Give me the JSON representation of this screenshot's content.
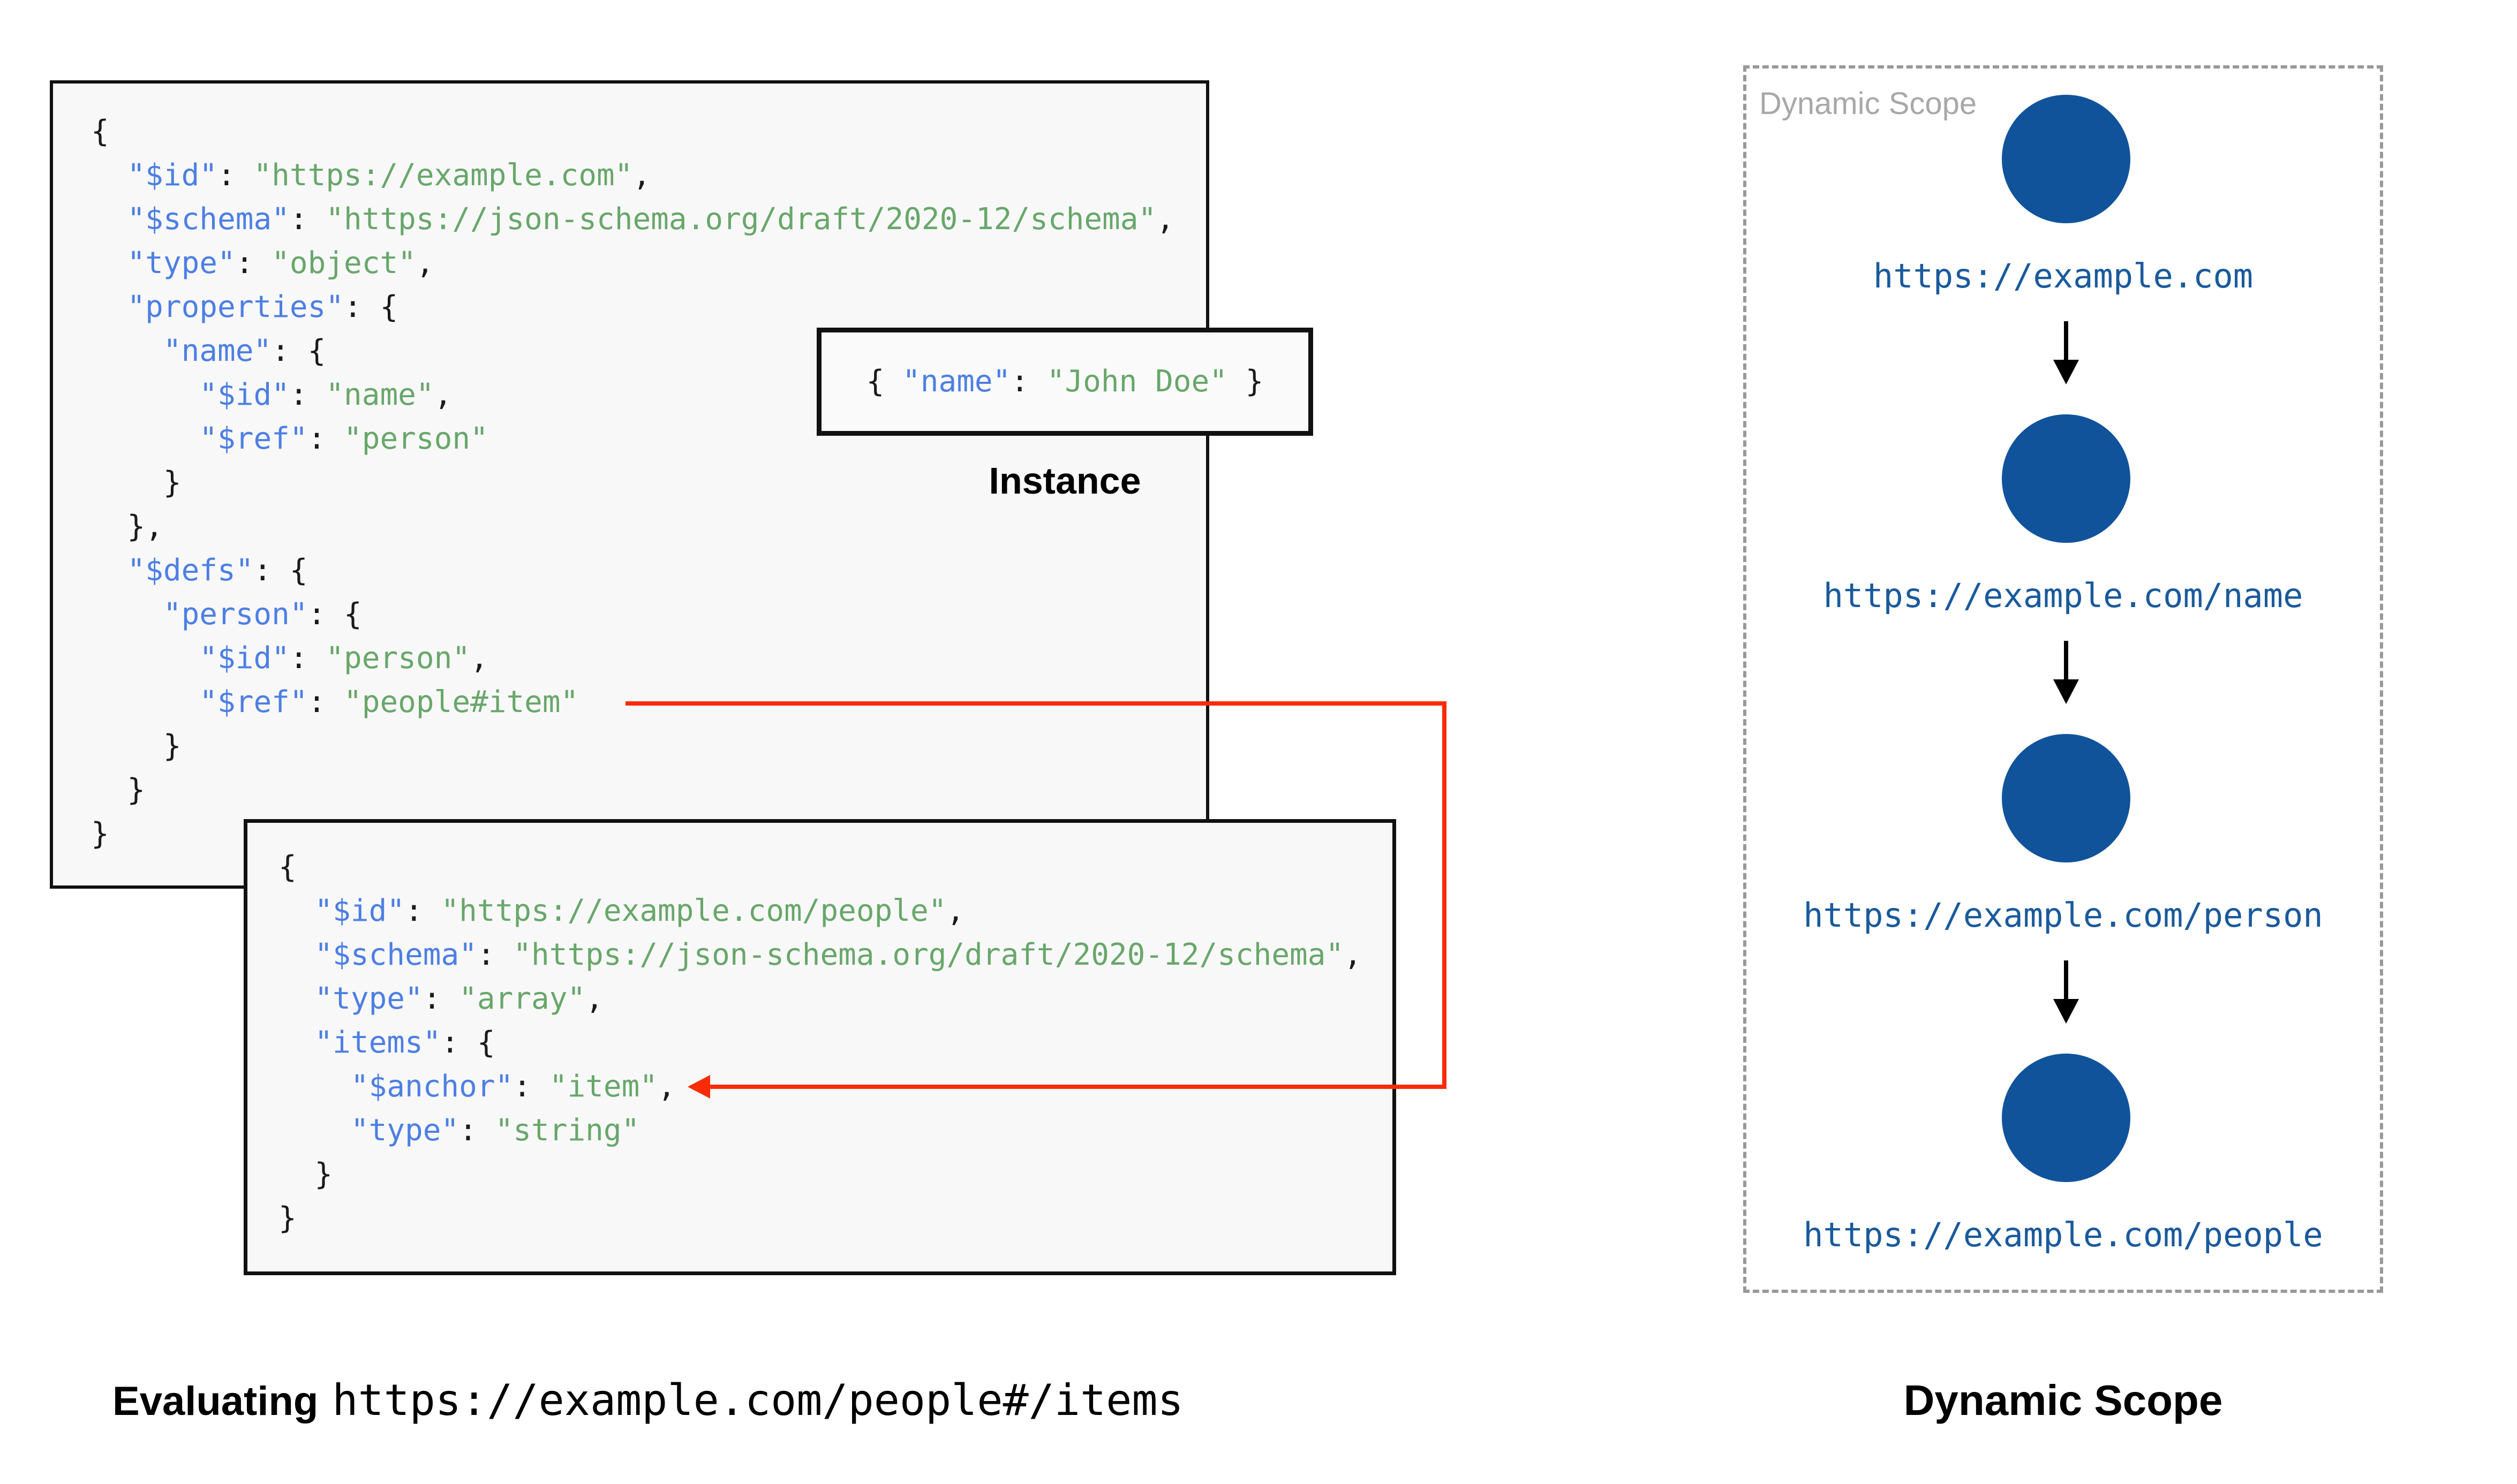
{
  "colors": {
    "key_blue": "#4d7fe3",
    "string_green": "#68a76a",
    "punctuation": "#1a1a1a",
    "url_blue": "#1a5a9c",
    "circle_blue": "#11539b",
    "arrow_red": "#fa2b05",
    "box_background": "#f8f8f9",
    "dashed_gray": "#999999"
  },
  "schema1": {
    "lines": [
      [
        [
          "p",
          "{"
        ]
      ],
      [
        [
          "p",
          "  "
        ],
        [
          "k",
          "\"$id\""
        ],
        [
          "p",
          ": "
        ],
        [
          "s",
          "\"https://example.com\""
        ],
        [
          "p",
          ","
        ]
      ],
      [
        [
          "p",
          "  "
        ],
        [
          "k",
          "\"$schema\""
        ],
        [
          "p",
          ": "
        ],
        [
          "s",
          "\"https://json-schema.org/draft/2020-12/schema\""
        ],
        [
          "p",
          ","
        ]
      ],
      [
        [
          "p",
          "  "
        ],
        [
          "k",
          "\"type\""
        ],
        [
          "p",
          ": "
        ],
        [
          "s",
          "\"object\""
        ],
        [
          "p",
          ","
        ]
      ],
      [
        [
          "p",
          "  "
        ],
        [
          "k",
          "\"properties\""
        ],
        [
          "p",
          ": {"
        ]
      ],
      [
        [
          "p",
          "    "
        ],
        [
          "k",
          "\"name\""
        ],
        [
          "p",
          ": {"
        ]
      ],
      [
        [
          "p",
          "      "
        ],
        [
          "k",
          "\"$id\""
        ],
        [
          "p",
          ": "
        ],
        [
          "s",
          "\"name\""
        ],
        [
          "p",
          ","
        ]
      ],
      [
        [
          "p",
          "      "
        ],
        [
          "k",
          "\"$ref\""
        ],
        [
          "p",
          ": "
        ],
        [
          "s",
          "\"person\""
        ]
      ],
      [
        [
          "p",
          "    }"
        ]
      ],
      [
        [
          "p",
          "  },"
        ]
      ],
      [
        [
          "p",
          "  "
        ],
        [
          "k",
          "\"$defs\""
        ],
        [
          "p",
          ": {"
        ]
      ],
      [
        [
          "p",
          "    "
        ],
        [
          "k",
          "\"person\""
        ],
        [
          "p",
          ": {"
        ]
      ],
      [
        [
          "p",
          "      "
        ],
        [
          "k",
          "\"$id\""
        ],
        [
          "p",
          ": "
        ],
        [
          "s",
          "\"person\""
        ],
        [
          "p",
          ","
        ]
      ],
      [
        [
          "p",
          "      "
        ],
        [
          "k",
          "\"$ref\""
        ],
        [
          "p",
          ": "
        ],
        [
          "s",
          "\"people#item\""
        ]
      ],
      [
        [
          "p",
          "    }"
        ]
      ],
      [
        [
          "p",
          "  }"
        ]
      ],
      [
        [
          "p",
          "}"
        ]
      ]
    ]
  },
  "instance": {
    "code": [
      [
        "p",
        "{ "
      ],
      [
        "k",
        "\"name\""
      ],
      [
        "p",
        ": "
      ],
      [
        "s",
        "\"John Doe\""
      ],
      [
        "p",
        " }"
      ]
    ],
    "label": "Instance"
  },
  "schema2": {
    "lines": [
      [
        [
          "p",
          "{"
        ]
      ],
      [
        [
          "p",
          "  "
        ],
        [
          "k",
          "\"$id\""
        ],
        [
          "p",
          ": "
        ],
        [
          "s",
          "\"https://example.com/people\""
        ],
        [
          "p",
          ","
        ]
      ],
      [
        [
          "p",
          "  "
        ],
        [
          "k",
          "\"$schema\""
        ],
        [
          "p",
          ": "
        ],
        [
          "s",
          "\"https://json-schema.org/draft/2020-12/schema\""
        ],
        [
          "p",
          ","
        ]
      ],
      [
        [
          "p",
          "  "
        ],
        [
          "k",
          "\"type\""
        ],
        [
          "p",
          ": "
        ],
        [
          "s",
          "\"array\""
        ],
        [
          "p",
          ","
        ]
      ],
      [
        [
          "p",
          "  "
        ],
        [
          "k",
          "\"items\""
        ],
        [
          "p",
          ": {"
        ]
      ],
      [
        [
          "p",
          "    "
        ],
        [
          "k",
          "\"$anchor\""
        ],
        [
          "p",
          ": "
        ],
        [
          "s",
          "\"item\""
        ],
        [
          "p",
          ","
        ]
      ],
      [
        [
          "p",
          "    "
        ],
        [
          "k",
          "\"type\""
        ],
        [
          "p",
          ": "
        ],
        [
          "s",
          "\"string\""
        ]
      ],
      [
        [
          "p",
          "  }"
        ]
      ],
      [
        [
          "p",
          "}"
        ]
      ]
    ]
  },
  "evaluating": {
    "prefix": "Evaluating",
    "uri": "https://example.com/people#/items"
  },
  "scope": {
    "watermark": "Dynamic Scope",
    "caption": "Dynamic Scope",
    "nodes": [
      "https://example.com",
      "https://example.com/name",
      "https://example.com/person",
      "https://example.com/people"
    ]
  }
}
